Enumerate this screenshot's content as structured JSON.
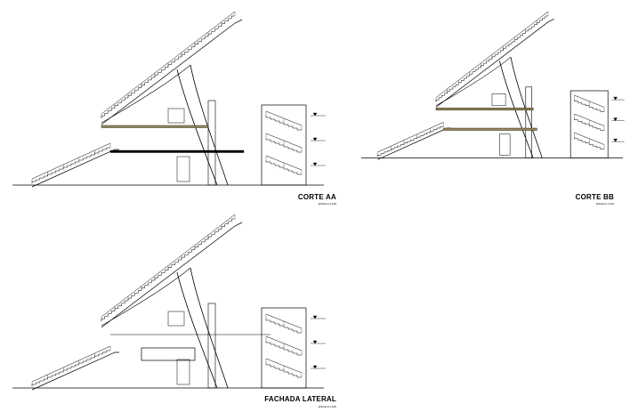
{
  "titles": {
    "corte_aa": "CORTE AA",
    "corte_bb": "CORTE BB",
    "fachada": "FACHADA LATERAL"
  },
  "scales": {
    "corte_aa": "ESCALA 1:100",
    "corte_bb": "ESCALA 1:100",
    "fachada": "ESCALA 1:100"
  },
  "colors": {
    "line": "#000000",
    "slab": "#9a8a5a"
  }
}
